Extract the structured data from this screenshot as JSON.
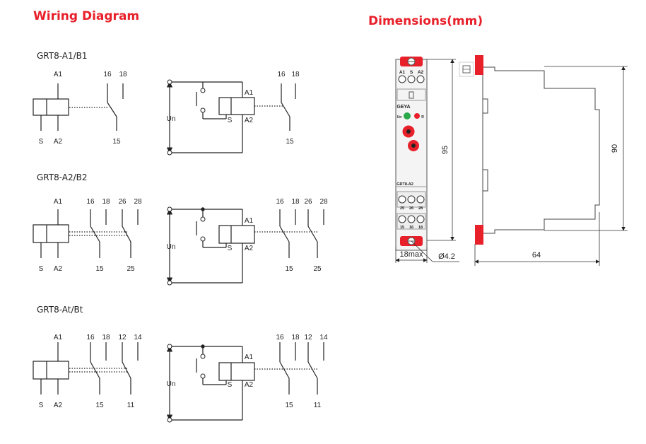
{
  "headings": {
    "wiring": "Wiring Diagram",
    "dimensions": "Dimensions(mm)"
  },
  "models": [
    {
      "name": "GRT8-A1/B1",
      "coil_top": [
        "A1"
      ],
      "coil_bottom": [
        "S",
        "A2"
      ],
      "contact_top": [
        "16",
        "18"
      ],
      "contact_bottom": [
        "15"
      ],
      "circuit": {
        "supply": "Un",
        "coil_a1": "A1",
        "coil_s": "S",
        "coil_a2": "A2",
        "contact_top": [
          "16",
          "18"
        ],
        "contact_bottom": [
          "15"
        ]
      }
    },
    {
      "name": "GRT8-A2/B2",
      "coil_top": [
        "A1"
      ],
      "coil_bottom": [
        "S",
        "A2"
      ],
      "contact_top": [
        "16",
        "18",
        "26",
        "28"
      ],
      "contact_bottom": [
        "15",
        "25"
      ],
      "circuit": {
        "supply": "Un",
        "coil_a1": "A1",
        "coil_s": "S",
        "coil_a2": "A2",
        "contact_top": [
          "16",
          "18",
          "26",
          "28"
        ],
        "contact_bottom": [
          "15",
          "25"
        ]
      }
    },
    {
      "name": "GRT8-At/Bt",
      "coil_top": [
        "A1"
      ],
      "coil_bottom": [
        "S",
        "A2"
      ],
      "contact_top": [
        "16",
        "18",
        "12",
        "14"
      ],
      "contact_bottom": [
        "15",
        "11"
      ],
      "circuit": {
        "supply": "Un",
        "coil_a1": "A1",
        "coil_s": "S",
        "coil_a2": "A2",
        "contact_top": [
          "16",
          "18",
          "12",
          "14"
        ],
        "contact_bottom": [
          "15",
          "11"
        ]
      }
    }
  ],
  "device": {
    "terminals_top": [
      "A1",
      "S",
      "A2"
    ],
    "brand": "GEYA",
    "indicator_un": "Un",
    "indicator_r": "R",
    "model_label": "GRT8-A2",
    "terminals_mid": [
      "25",
      "26",
      "28"
    ],
    "terminals_bottom": [
      "15",
      "16",
      "18"
    ]
  },
  "dimensions": {
    "height_outer": "95",
    "width": "18max",
    "hole": "Ø4.2",
    "depth": "64",
    "height_inner": "90"
  },
  "colors": {
    "accent": "#e8202a",
    "line": "#222222",
    "indicator_green": "#2aa84a"
  }
}
